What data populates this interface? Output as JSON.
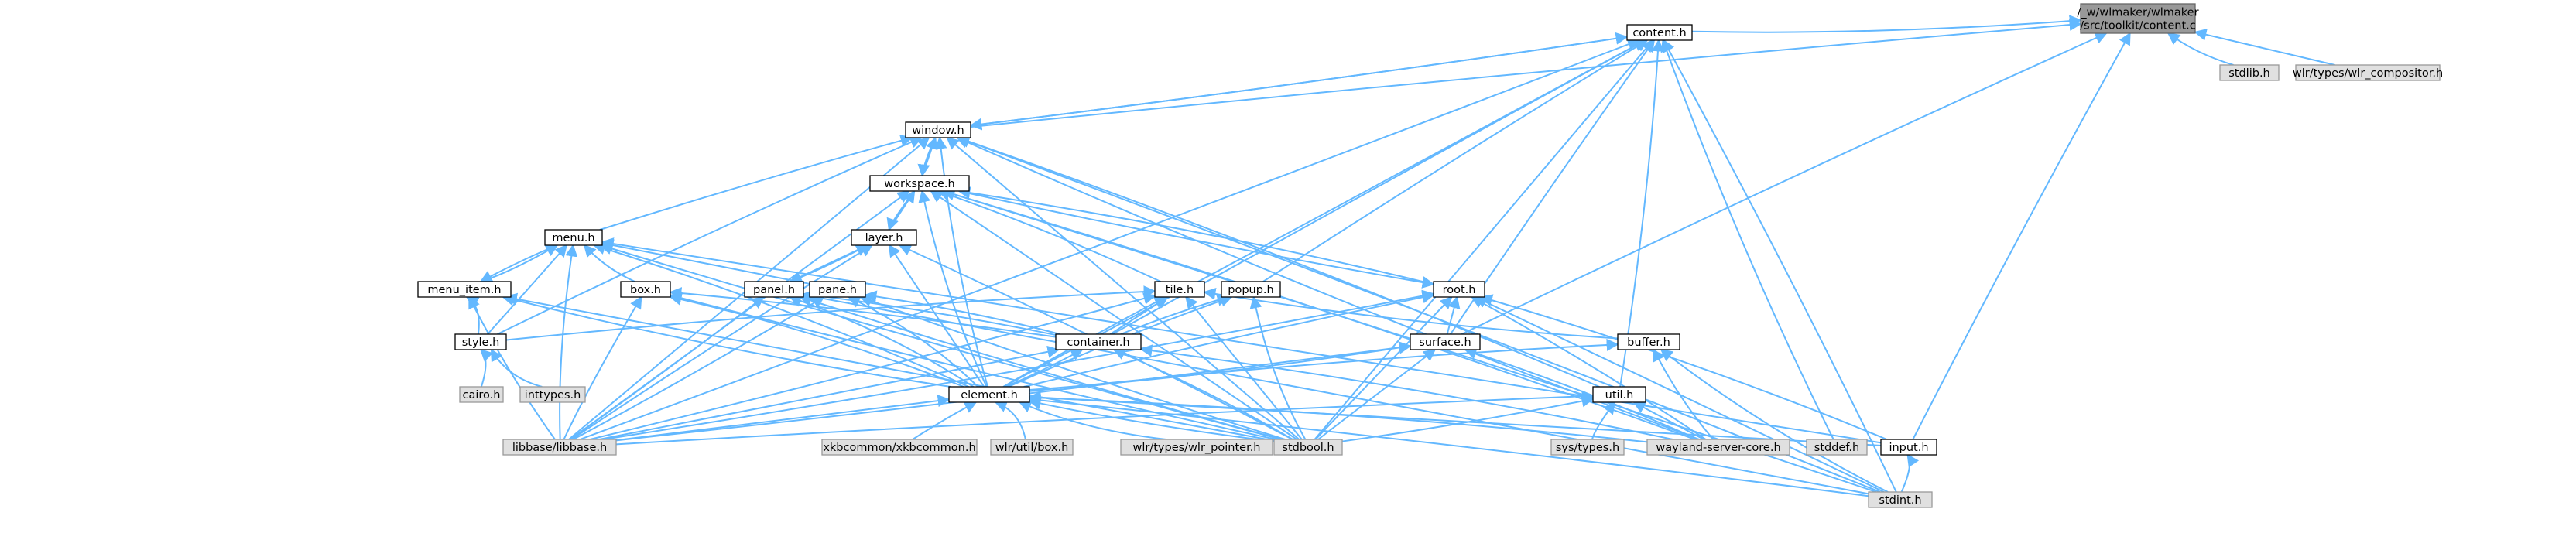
{
  "colors": {
    "edge": "#63b8ff",
    "node_local_fill": "#ffffff",
    "node_system_fill": "#e0e0e0",
    "node_root_fill": "#999999",
    "node_border": "#000000"
  },
  "nodes": [
    {
      "id": "root_c",
      "lines": [
        "/_w/wlmaker/wlmaker",
        "/src/toolkit/content.c"
      ],
      "kind": "root"
    },
    {
      "id": "content",
      "lines": [
        "content.h"
      ],
      "kind": "local"
    },
    {
      "id": "stdlib",
      "lines": [
        "stdlib.h"
      ],
      "kind": "system"
    },
    {
      "id": "wlr_comp",
      "lines": [
        "wlr/types/wlr_compositor.h"
      ],
      "kind": "system"
    },
    {
      "id": "window",
      "lines": [
        "window.h"
      ],
      "kind": "local"
    },
    {
      "id": "workspace",
      "lines": [
        "workspace.h"
      ],
      "kind": "local"
    },
    {
      "id": "menu",
      "lines": [
        "menu.h"
      ],
      "kind": "local"
    },
    {
      "id": "layer",
      "lines": [
        "layer.h"
      ],
      "kind": "local"
    },
    {
      "id": "menu_item",
      "lines": [
        "menu_item.h"
      ],
      "kind": "local"
    },
    {
      "id": "box",
      "lines": [
        "box.h"
      ],
      "kind": "local"
    },
    {
      "id": "panel",
      "lines": [
        "panel.h"
      ],
      "kind": "local"
    },
    {
      "id": "pane",
      "lines": [
        "pane.h"
      ],
      "kind": "local"
    },
    {
      "id": "tile",
      "lines": [
        "tile.h"
      ],
      "kind": "local"
    },
    {
      "id": "popup",
      "lines": [
        "popup.h"
      ],
      "kind": "local"
    },
    {
      "id": "root_h",
      "lines": [
        "root.h"
      ],
      "kind": "local"
    },
    {
      "id": "style",
      "lines": [
        "style.h"
      ],
      "kind": "local"
    },
    {
      "id": "container",
      "lines": [
        "container.h"
      ],
      "kind": "local"
    },
    {
      "id": "surface",
      "lines": [
        "surface.h"
      ],
      "kind": "local"
    },
    {
      "id": "buffer",
      "lines": [
        "buffer.h"
      ],
      "kind": "local"
    },
    {
      "id": "cairo",
      "lines": [
        "cairo.h"
      ],
      "kind": "system"
    },
    {
      "id": "inttypes",
      "lines": [
        "inttypes.h"
      ],
      "kind": "system"
    },
    {
      "id": "element",
      "lines": [
        "element.h"
      ],
      "kind": "local"
    },
    {
      "id": "util",
      "lines": [
        "util.h"
      ],
      "kind": "local"
    },
    {
      "id": "libbase",
      "lines": [
        "libbase/libbase.h"
      ],
      "kind": "system"
    },
    {
      "id": "xkb",
      "lines": [
        "xkbcommon/xkbcommon.h"
      ],
      "kind": "system"
    },
    {
      "id": "wlrbox",
      "lines": [
        "wlr/util/box.h"
      ],
      "kind": "system"
    },
    {
      "id": "wlrptr",
      "lines": [
        "wlr/types/wlr_pointer.h"
      ],
      "kind": "system"
    },
    {
      "id": "stdbool",
      "lines": [
        "stdbool.h"
      ],
      "kind": "system"
    },
    {
      "id": "systypes",
      "lines": [
        "sys/types.h"
      ],
      "kind": "system"
    },
    {
      "id": "wlsrv",
      "lines": [
        "wayland-server-core.h"
      ],
      "kind": "system"
    },
    {
      "id": "stddef",
      "lines": [
        "stddef.h"
      ],
      "kind": "system"
    },
    {
      "id": "input",
      "lines": [
        "input.h"
      ],
      "kind": "local"
    },
    {
      "id": "stdint",
      "lines": [
        "stdint.h"
      ],
      "kind": "system"
    }
  ],
  "edges": [
    [
      "root_c",
      "content"
    ],
    [
      "root_c",
      "stdlib"
    ],
    [
      "root_c",
      "wlr_comp"
    ],
    [
      "root_c",
      "window"
    ],
    [
      "root_c",
      "surface"
    ],
    [
      "root_c",
      "input"
    ],
    [
      "content",
      "window"
    ],
    [
      "content",
      "element"
    ],
    [
      "content",
      "container"
    ],
    [
      "content",
      "popup"
    ],
    [
      "content",
      "surface"
    ],
    [
      "content",
      "libbase"
    ],
    [
      "content",
      "stdbool"
    ],
    [
      "content",
      "stdint"
    ],
    [
      "content",
      "util"
    ],
    [
      "content",
      "stddef"
    ],
    [
      "window",
      "content"
    ],
    [
      "window",
      "workspace"
    ],
    [
      "window",
      "menu"
    ],
    [
      "window",
      "style"
    ],
    [
      "window",
      "element"
    ],
    [
      "window",
      "libbase"
    ],
    [
      "window",
      "stdbool"
    ],
    [
      "window",
      "stdint"
    ],
    [
      "window",
      "util"
    ],
    [
      "window",
      "wlsrv"
    ],
    [
      "workspace",
      "window"
    ],
    [
      "workspace",
      "layer"
    ],
    [
      "workspace",
      "tile"
    ],
    [
      "workspace",
      "root_h"
    ],
    [
      "workspace",
      "element"
    ],
    [
      "workspace",
      "libbase"
    ],
    [
      "workspace",
      "stdbool"
    ],
    [
      "workspace",
      "stdint"
    ],
    [
      "workspace",
      "wlsrv"
    ],
    [
      "layer",
      "workspace"
    ],
    [
      "layer",
      "panel"
    ],
    [
      "layer",
      "element"
    ],
    [
      "layer",
      "stdbool"
    ],
    [
      "layer",
      "libbase"
    ],
    [
      "menu",
      "menu_item"
    ],
    [
      "menu",
      "box"
    ],
    [
      "menu",
      "pane"
    ],
    [
      "menu",
      "style"
    ],
    [
      "menu",
      "element"
    ],
    [
      "menu",
      "libbase"
    ],
    [
      "menu",
      "stdbool"
    ],
    [
      "menu",
      "input"
    ],
    [
      "menu_item",
      "menu"
    ],
    [
      "menu_item",
      "style"
    ],
    [
      "menu_item",
      "element"
    ],
    [
      "menu_item",
      "libbase"
    ],
    [
      "menu_item",
      "stdbool"
    ],
    [
      "box",
      "container"
    ],
    [
      "box",
      "element"
    ],
    [
      "box",
      "libbase"
    ],
    [
      "box",
      "stdbool"
    ],
    [
      "panel",
      "layer"
    ],
    [
      "panel",
      "container"
    ],
    [
      "panel",
      "element"
    ],
    [
      "panel",
      "libbase"
    ],
    [
      "panel",
      "stdbool"
    ],
    [
      "panel",
      "stdint"
    ],
    [
      "pane",
      "container"
    ],
    [
      "pane",
      "element"
    ],
    [
      "pane",
      "libbase"
    ],
    [
      "pane",
      "stdbool"
    ],
    [
      "tile",
      "container"
    ],
    [
      "tile",
      "element"
    ],
    [
      "tile",
      "style"
    ],
    [
      "tile",
      "buffer"
    ],
    [
      "tile",
      "libbase"
    ],
    [
      "tile",
      "stdbool"
    ],
    [
      "popup",
      "container"
    ],
    [
      "popup",
      "element"
    ],
    [
      "popup",
      "stdbool"
    ],
    [
      "root_h",
      "workspace"
    ],
    [
      "root_h",
      "surface"
    ],
    [
      "root_h",
      "element"
    ],
    [
      "root_h",
      "input"
    ],
    [
      "root_h",
      "libbase"
    ],
    [
      "root_h",
      "stdbool"
    ],
    [
      "root_h",
      "stdint"
    ],
    [
      "root_h",
      "wlsrv"
    ],
    [
      "style",
      "cairo"
    ],
    [
      "style",
      "inttypes"
    ],
    [
      "container",
      "element"
    ],
    [
      "container",
      "libbase"
    ],
    [
      "container",
      "stdbool"
    ],
    [
      "container",
      "wlsrv"
    ],
    [
      "surface",
      "element"
    ],
    [
      "surface",
      "libbase"
    ],
    [
      "surface",
      "stdbool"
    ],
    [
      "surface",
      "wlsrv"
    ],
    [
      "buffer",
      "element"
    ],
    [
      "buffer",
      "stdint"
    ],
    [
      "buffer",
      "wlsrv"
    ],
    [
      "element",
      "libbase"
    ],
    [
      "element",
      "xkb"
    ],
    [
      "element",
      "wlrbox"
    ],
    [
      "element",
      "wlrptr"
    ],
    [
      "element",
      "stdbool"
    ],
    [
      "element",
      "input"
    ],
    [
      "element",
      "stdint"
    ],
    [
      "element",
      "wlsrv"
    ],
    [
      "util",
      "systypes"
    ],
    [
      "util",
      "stdbool"
    ],
    [
      "util",
      "wlsrv"
    ],
    [
      "util",
      "libbase"
    ],
    [
      "input",
      "stdint"
    ]
  ]
}
